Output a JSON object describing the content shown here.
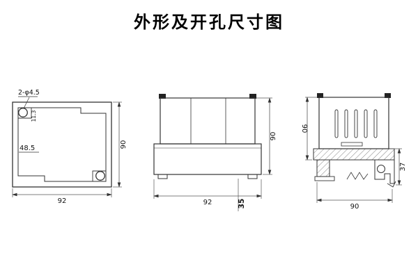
{
  "title": "外形及开孔尺寸图",
  "front_view": {
    "hole_callout": "2-φ4.5",
    "dim_offset": "11.3",
    "dim_cutout": "48.5",
    "dim_width": "92",
    "dim_height": "90"
  },
  "side_view": {
    "dim_height": "90",
    "dim_width": "92",
    "dim_depth": "35"
  },
  "rail_view": {
    "dim_height": "90",
    "dim_clip": "37",
    "dim_width": "90"
  }
}
